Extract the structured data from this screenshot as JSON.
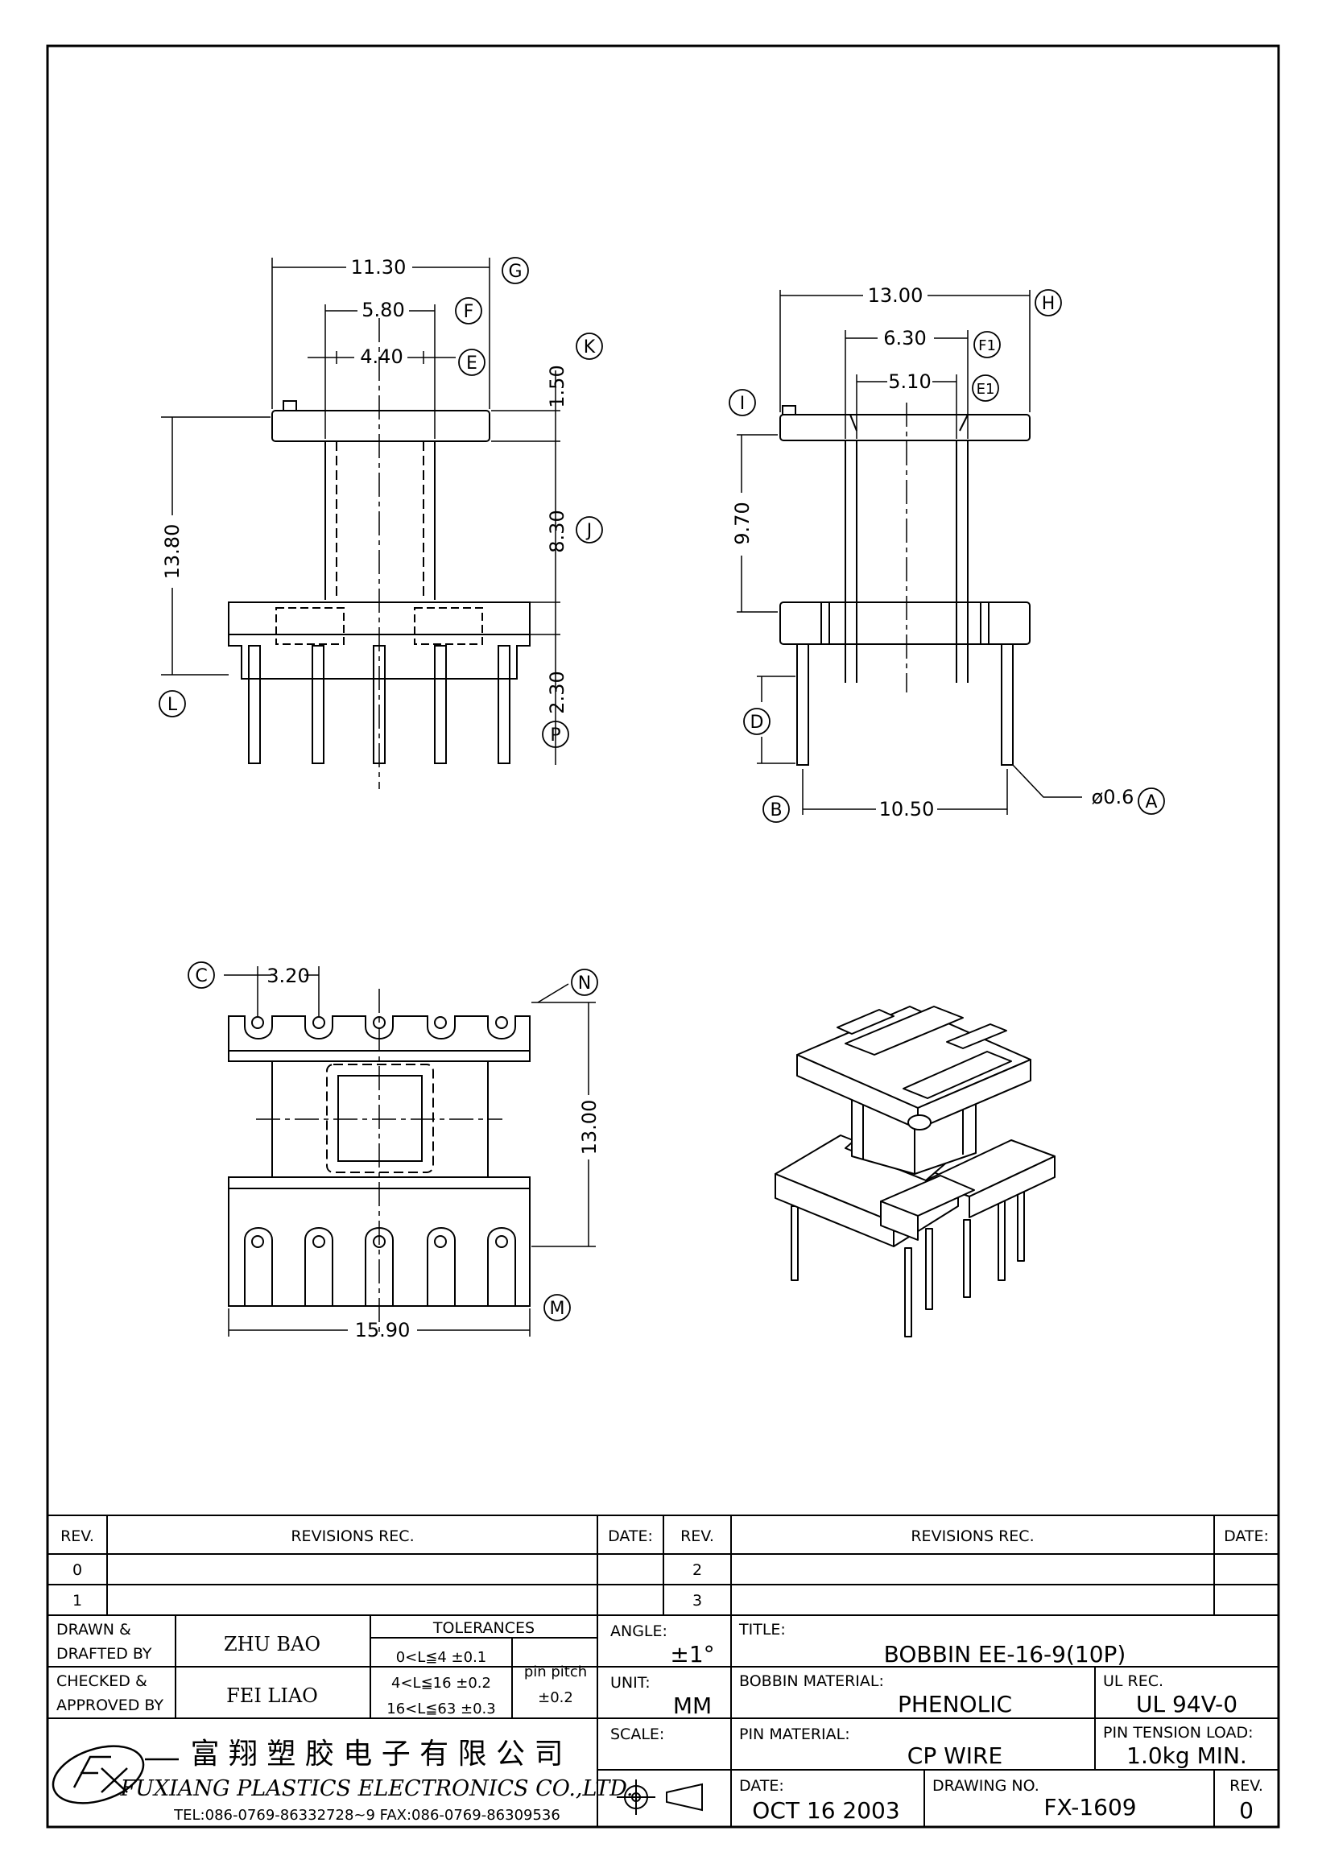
{
  "dims": {
    "d_11_30": "11.30",
    "d_5_80": "5.80",
    "d_4_40": "4.40",
    "d_1_50": "1.50",
    "d_8_30": "8.30",
    "d_2_30": "2.30",
    "d_13_80": "13.80",
    "d_13_00_top": "13.00",
    "d_6_30": "6.30",
    "d_5_10": "5.10",
    "d_9_70": "9.70",
    "d_10_50": "10.50",
    "d_dia": "ø0.6",
    "d_3_20": "3.20",
    "d_13_00_side": "13.00",
    "d_15_90": "15.90"
  },
  "callouts": {
    "A": "A",
    "B": "B",
    "C": "C",
    "D": "D",
    "E": "E",
    "E1": "E1",
    "F": "F",
    "F1": "F1",
    "G": "G",
    "H": "H",
    "I": "I",
    "J": "J",
    "K": "K",
    "L": "L",
    "M": "M",
    "N": "N",
    "P": "P"
  },
  "revisions": {
    "rev_header": "REV.",
    "rec_header": "REVISIONS    REC.",
    "date_header": "DATE:",
    "left_rows": [
      "0",
      "1"
    ],
    "right_rows": [
      "2",
      "3"
    ]
  },
  "title_block": {
    "drawn_label_1": "DRAWN &",
    "drawn_label_2": "DRAFTED BY",
    "drawn_value": "ZHU BAO",
    "checked_label_1": "CHECKED &",
    "checked_label_2": "APPROVED BY",
    "checked_value": "FEI LIAO",
    "tolerances_label": "TOLERANCES",
    "tol_rows": [
      "0<L≦4    ±0.1",
      "4<L≦16  ±0.2",
      "16<L≦63  ±0.3"
    ],
    "pin_pitch_label": "pin  pitch",
    "pin_pitch_value": "±0.2",
    "angle_label": "ANGLE:",
    "angle_value": "±1°",
    "unit_label": "UNIT:",
    "unit_value": "MM",
    "scale_label": "SCALE:",
    "title_label": "TITLE:",
    "title_value": "BOBBIN  EE-16-9(10P)",
    "bobbin_material_label": "BOBBIN  MATERIAL:",
    "bobbin_material_value": "PHENOLIC",
    "ul_label": "UL  REC.",
    "ul_value": "UL  94V-0",
    "pin_material_label": "PIN  MATERIAL:",
    "pin_material_value": "CP  WIRE",
    "pin_tension_label": "PIN  TENSION  LOAD:",
    "pin_tension_value": "1.0kg  MIN.",
    "date_label": "DATE:",
    "date_value": "OCT  16  2003",
    "drawing_no_label": "DRAWING  NO.",
    "drawing_no_value": "FX-1609",
    "rev_label": "REV.",
    "rev_value": "0"
  },
  "company": {
    "chinese_name": "富 翔 塑 胶 电 子 有 限 公 司",
    "english_name": "FUXIANG  PLASTICS  ELECTRONICS  CO.,LTD.",
    "contact": "TEL:086-0769-86332728~9   FAX:086-0769-86309536"
  }
}
